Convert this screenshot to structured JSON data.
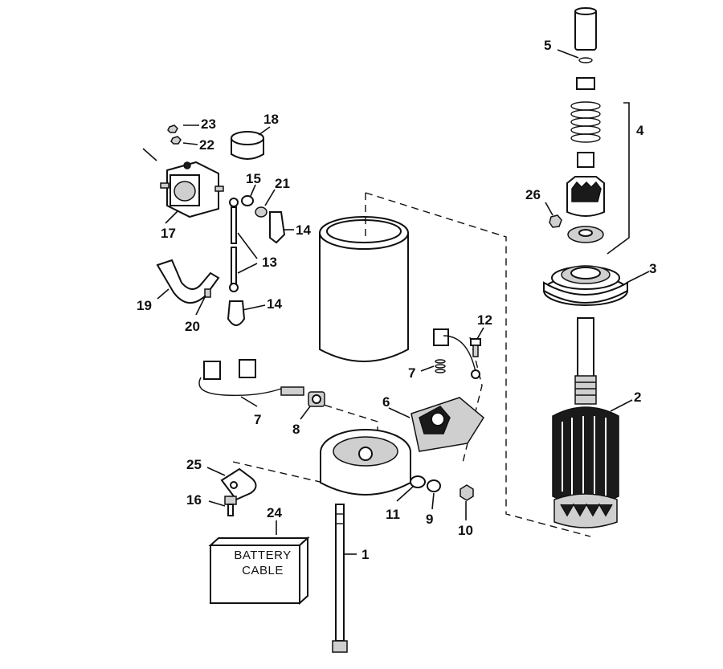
{
  "callouts": {
    "c1": "1",
    "c2": "2",
    "c3": "3",
    "c4": "4",
    "c5": "5",
    "c6": "6",
    "c7a": "7",
    "c7b": "7",
    "c8": "8",
    "c9": "9",
    "c10": "10",
    "c11": "11",
    "c12": "12",
    "c13": "13",
    "c14a": "14",
    "c14b": "14",
    "c15": "15",
    "c16": "16",
    "c17": "17",
    "c18": "18",
    "c19": "19",
    "c20": "20",
    "c21": "21",
    "c22": "22",
    "c23": "23",
    "c24": "24",
    "c25": "25",
    "c26": "26"
  },
  "battery_box": {
    "line1": "BATTERY",
    "line2": "CABLE"
  }
}
